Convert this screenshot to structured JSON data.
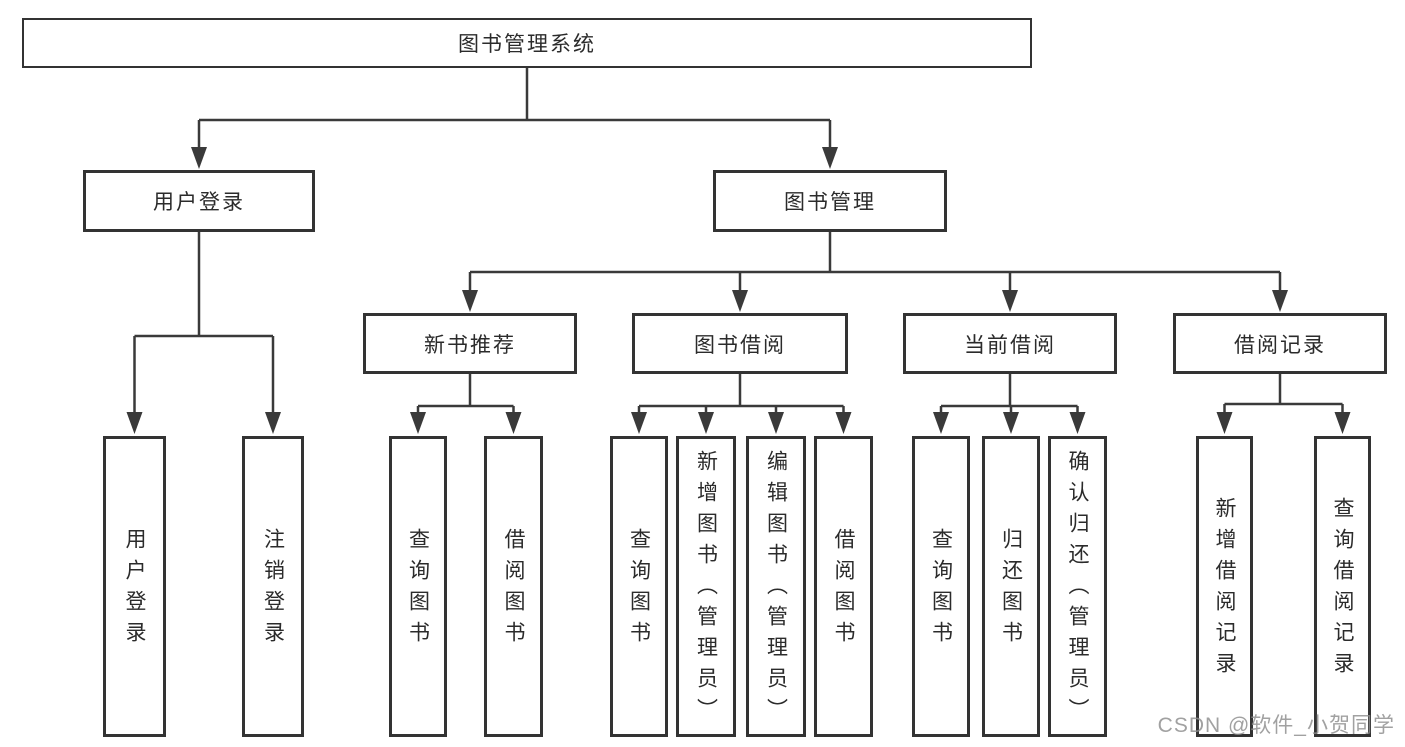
{
  "diagram": {
    "root": {
      "label": "图书管理系统",
      "children": [
        {
          "label": "用户登录",
          "children": [
            {
              "label": "用户登录"
            },
            {
              "label": "注销登录"
            }
          ]
        },
        {
          "label": "图书管理",
          "children": [
            {
              "label": "新书推荐",
              "children": [
                {
                  "label": "查询图书"
                },
                {
                  "label": "借阅图书"
                }
              ]
            },
            {
              "label": "图书借阅",
              "children": [
                {
                  "label": "查询图书"
                },
                {
                  "label": "新增图书（管理员）"
                },
                {
                  "label": "编辑图书（管理员）"
                },
                {
                  "label": "借阅图书"
                }
              ]
            },
            {
              "label": "当前借阅",
              "children": [
                {
                  "label": "查询图书"
                },
                {
                  "label": "归还图书"
                },
                {
                  "label": "确认归还（管理员）"
                }
              ]
            },
            {
              "label": "借阅记录",
              "children": [
                {
                  "label": "新增借阅记录"
                },
                {
                  "label": "查询借阅记录"
                }
              ]
            }
          ]
        }
      ]
    },
    "watermark": "CSDN @软件_小贺同学",
    "colors": {
      "line": "#3a3a3a",
      "box_border": "#333333",
      "text": "#2b2b2b",
      "watermark": "#8c8c8c",
      "background": "#ffffff"
    }
  }
}
